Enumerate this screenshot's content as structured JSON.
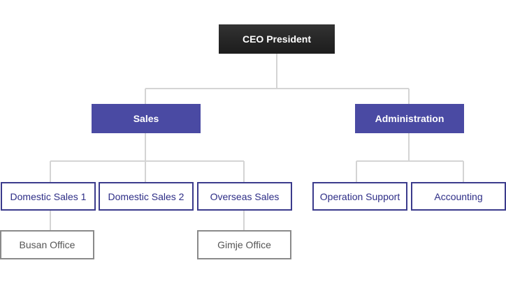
{
  "org_chart": {
    "root": {
      "label": "CEO President"
    },
    "departments": [
      {
        "label": "Sales"
      },
      {
        "label": "Administration"
      }
    ],
    "teams": [
      {
        "label": "Domestic Sales 1",
        "parent": "Sales"
      },
      {
        "label": "Domestic Sales 2",
        "parent": "Sales"
      },
      {
        "label": "Overseas Sales",
        "parent": "Sales"
      },
      {
        "label": "Operation Support",
        "parent": "Administration"
      },
      {
        "label": "Accounting",
        "parent": "Administration"
      }
    ],
    "offices": [
      {
        "label": "Busan Office",
        "parent": "Domestic Sales 1"
      },
      {
        "label": "Gimje Office",
        "parent": "Overseas Sales"
      }
    ]
  },
  "colors": {
    "root_bg": "#262626",
    "department_bg": "#4a4aa3",
    "team_border": "#3b3b8c",
    "office_border": "#8a8a8a",
    "connector": "#d4d4d4"
  }
}
